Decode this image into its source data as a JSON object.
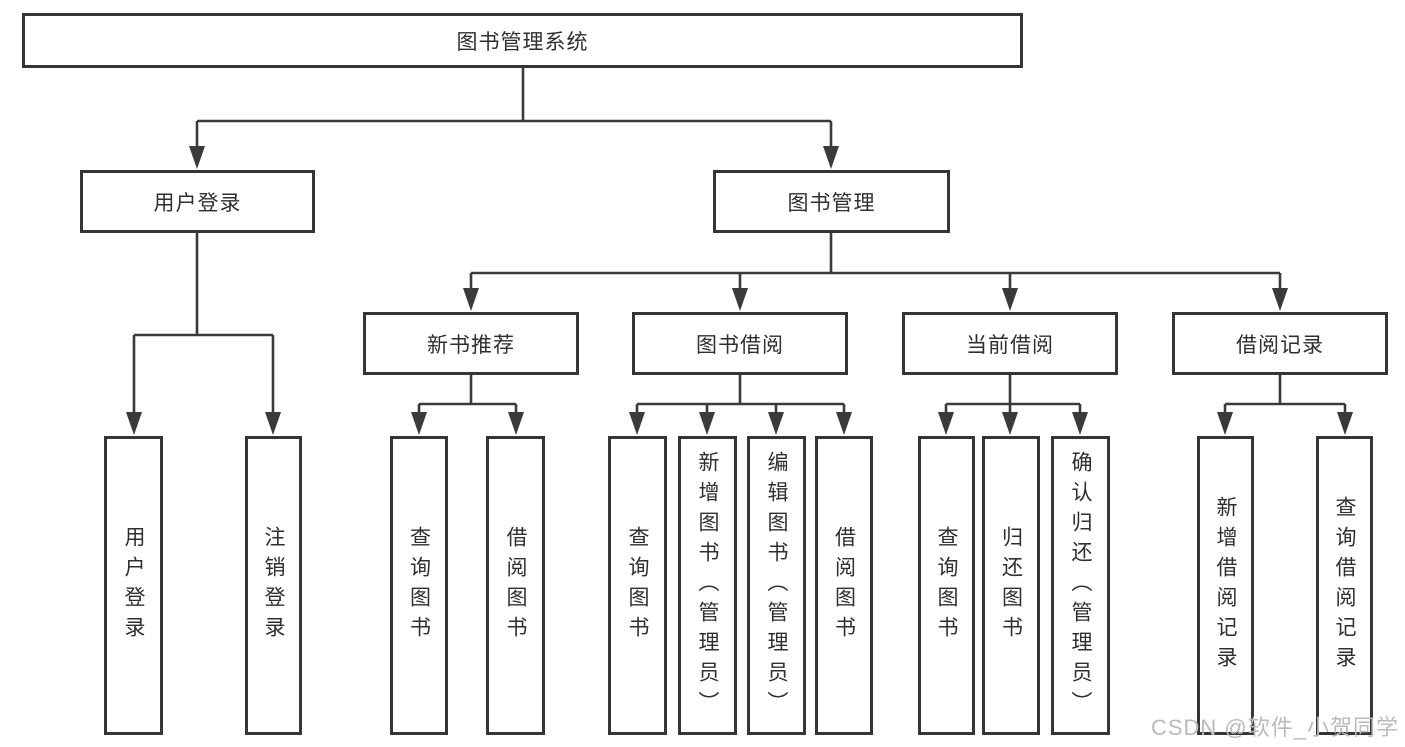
{
  "nodes": {
    "root": "图书管理系统",
    "user_login": "用户登录",
    "book_manage": "图书管理",
    "new_books": "新书推荐",
    "book_borrow": "图书借阅",
    "current_borrow": "当前借阅",
    "borrow_records": "借阅记录"
  },
  "leaves": {
    "user_login": [
      "用户登录",
      "注销登录"
    ],
    "new_books": [
      "查询图书",
      "借阅图书"
    ],
    "book_borrow": [
      "查询图书",
      "新增图书（管理员）",
      "编辑图书（管理员）",
      "借阅图书"
    ],
    "current_borrow": [
      "查询图书",
      "归还图书",
      "确认归还（管理员）"
    ],
    "borrow_records": [
      "新增借阅记录",
      "查询借阅记录"
    ]
  },
  "watermark": "CSDN @软件_小贺同学",
  "colors": {
    "line": "#3a3a3a",
    "box_border": "#353535",
    "text": "#2f2f2f",
    "watermark": "#b7bac0",
    "background": "#ffffff"
  }
}
